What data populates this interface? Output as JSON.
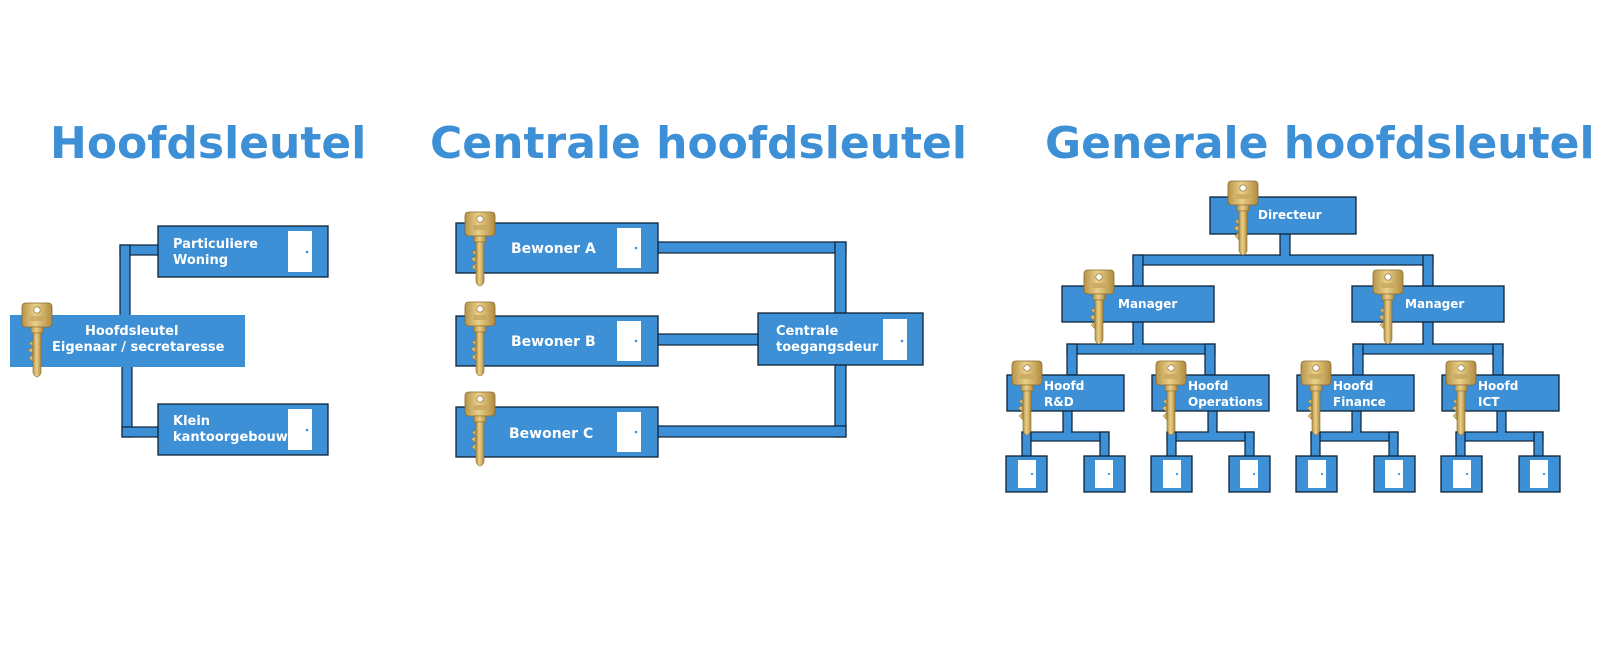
{
  "sections": {
    "master": {
      "title": "Hoofdsleutel",
      "master_line1": "Hoofdsleutel",
      "master_line2": "Eigenaar / secretaresse",
      "door_a_line1": "Particuliere",
      "door_a_line2": "Woning",
      "door_b_line1": "Klein",
      "door_b_line2": "kantoorgebouw"
    },
    "central": {
      "title": "Centrale hoofdsleutel",
      "resident_a": "Bewoner A",
      "resident_b": "Bewoner B",
      "resident_c": "Bewoner C",
      "central_line1": "Centrale",
      "central_line2": "toegangsdeur"
    },
    "general": {
      "title": "Generale hoofdsleutel",
      "director": "Directeur",
      "manager_left": "Manager",
      "manager_right": "Manager",
      "heads": [
        {
          "line1": "Hoofd",
          "line2": "R&D"
        },
        {
          "line1": "Hoofd",
          "line2": "Operations"
        },
        {
          "line1": "Hoofd",
          "line2": "Finance"
        },
        {
          "line1": "Hoofd",
          "line2": "ICT"
        }
      ]
    }
  },
  "colors": {
    "accent": "#3d8fd6",
    "outline": "#0d2236",
    "key_gold": "#d9b96a",
    "door": "#ffffff"
  },
  "icons": [
    "key-icon",
    "door-icon"
  ]
}
